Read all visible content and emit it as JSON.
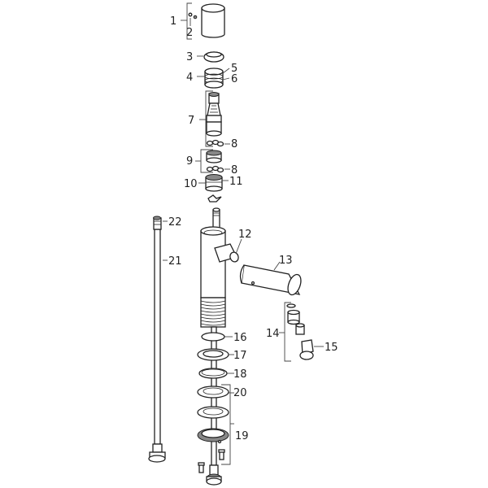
{
  "diagram": {
    "type": "exploded-parts-view",
    "subject": "single-lever floor-standing basin mixer",
    "colors": {
      "line": "#222222",
      "background": "#ffffff",
      "leader": "#444444"
    },
    "callouts": [
      {
        "id": "1",
        "label": "1"
      },
      {
        "id": "2",
        "label": "2"
      },
      {
        "id": "3",
        "label": "3"
      },
      {
        "id": "4",
        "label": "4"
      },
      {
        "id": "5",
        "label": "5"
      },
      {
        "id": "6",
        "label": "6"
      },
      {
        "id": "7",
        "label": "7"
      },
      {
        "id": "8a",
        "label": "8"
      },
      {
        "id": "9",
        "label": "9"
      },
      {
        "id": "8b",
        "label": "8"
      },
      {
        "id": "10",
        "label": "10"
      },
      {
        "id": "11",
        "label": "11"
      },
      {
        "id": "12",
        "label": "12"
      },
      {
        "id": "13",
        "label": "13"
      },
      {
        "id": "14",
        "label": "14"
      },
      {
        "id": "15",
        "label": "15"
      },
      {
        "id": "16",
        "label": "16"
      },
      {
        "id": "17",
        "label": "17"
      },
      {
        "id": "18",
        "label": "18"
      },
      {
        "id": "19",
        "label": "19"
      },
      {
        "id": "20",
        "label": "20"
      },
      {
        "id": "21",
        "label": "21"
      },
      {
        "id": "22",
        "label": "22"
      }
    ]
  }
}
